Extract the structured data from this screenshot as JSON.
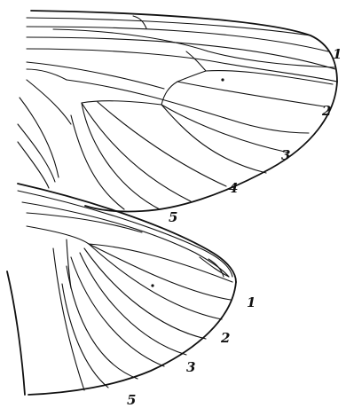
{
  "figure": {
    "forewing": {
      "vein_labels": [
        "1",
        "2",
        "3",
        "4",
        "5"
      ]
    },
    "hindwing": {
      "vein_labels": [
        "1",
        "2",
        "3",
        "5"
      ]
    },
    "ink_color": "#111111",
    "paper_color": "#ffffff"
  }
}
